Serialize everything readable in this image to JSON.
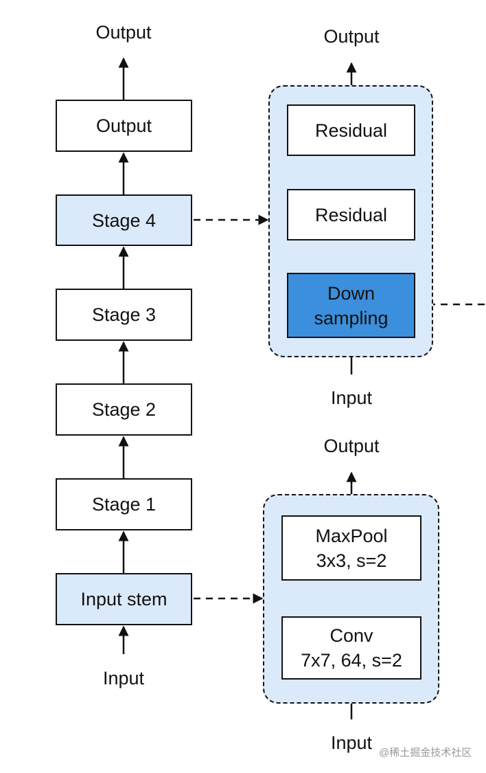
{
  "diagram": {
    "main_column": {
      "input_label": "Input",
      "output_label": "Output",
      "stages": [
        {
          "id": "input-stem",
          "text": "Input stem",
          "fill": "light"
        },
        {
          "id": "stage-1",
          "text": "Stage 1",
          "fill": "white"
        },
        {
          "id": "stage-2",
          "text": "Stage 2",
          "fill": "white"
        },
        {
          "id": "stage-3",
          "text": "Stage 3",
          "fill": "white"
        },
        {
          "id": "stage-4",
          "text": "Stage 4",
          "fill": "light"
        },
        {
          "id": "output",
          "text": "Output",
          "fill": "white"
        }
      ]
    },
    "stage_detail": {
      "input_label": "Input",
      "output_label": "Output",
      "blocks": [
        {
          "id": "down-sampling",
          "lines": [
            "Down",
            "sampling"
          ],
          "fill": "dark"
        },
        {
          "id": "residual-1",
          "lines": [
            "Residual"
          ],
          "fill": "white"
        },
        {
          "id": "residual-2",
          "lines": [
            "Residual"
          ],
          "fill": "white"
        }
      ]
    },
    "stem_detail": {
      "input_label": "Input",
      "output_label": "Output",
      "blocks": [
        {
          "id": "conv",
          "lines": [
            "Conv",
            "7x7, 64, s=2"
          ],
          "fill": "white"
        },
        {
          "id": "maxpool",
          "lines": [
            "MaxPool",
            "3x3, s=2"
          ],
          "fill": "white"
        }
      ]
    }
  },
  "colors": {
    "light_fill": "#dbeafb",
    "dark_fill": "#3b8fdc",
    "stroke": "#111111"
  },
  "watermark": "@稀土掘金技术社区"
}
